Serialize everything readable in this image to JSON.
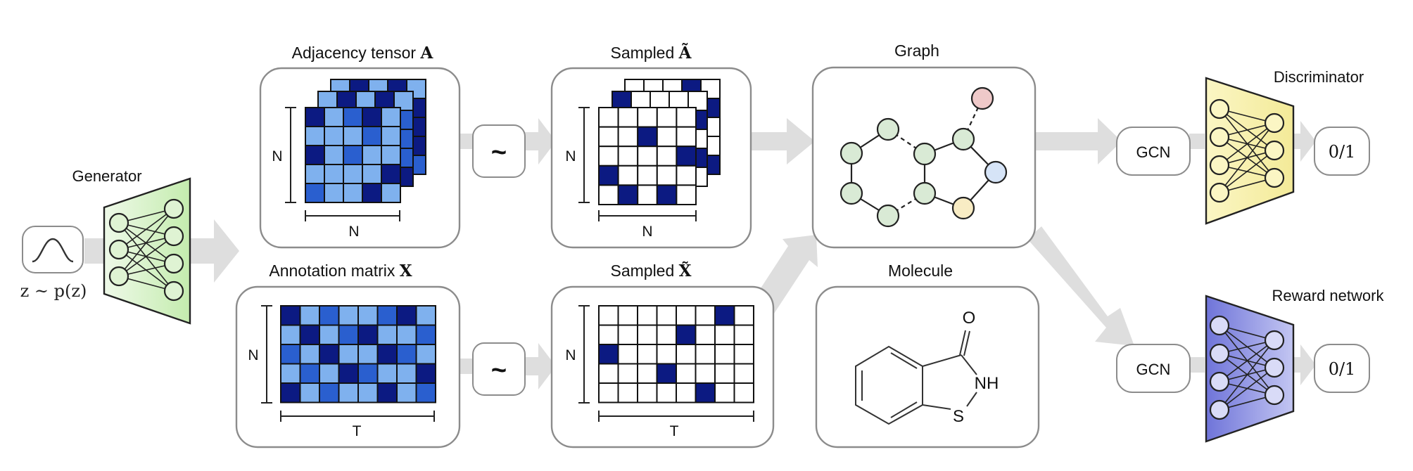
{
  "colors": {
    "arrow": "#dedede",
    "box_stroke": "#8c8c8c",
    "adj_dark": "#0c1a82",
    "adj_mid": "#2a5fcf",
    "adj_light": "#7fb1ee",
    "sample_dark": "#0c1a82",
    "node_green": "#d9ead5",
    "node_pink": "#efc9c9",
    "node_blue": "#d6e4f7",
    "node_yellow": "#f8ecc4",
    "generator_fill": "#c9efb7",
    "discriminator_fill": "#f6f0a8",
    "reward_fill": "#8f94e6"
  },
  "labels": {
    "generator": "Generator",
    "noise": "z ~ p(z)",
    "adjacency_title": "Adjacency tensor ",
    "adjacency_symbol": "A",
    "annotation_title": "Annotation matrix ",
    "annotation_symbol": "X",
    "sampled_a_title": "Sampled ",
    "sampled_a_symbol": "Ã",
    "sampled_x_title": "Sampled ",
    "sampled_x_symbol": "X̃",
    "graph": "Graph",
    "molecule": "Molecule",
    "discriminator": "Discriminator",
    "reward_network": "Reward network",
    "gcn_top": "GCN",
    "gcn_bottom": "GCN",
    "output_top": "0/1",
    "output_bottom": "0/1",
    "tilde_top": "~",
    "tilde_bottom": "~",
    "dim_n": "N",
    "dim_t": "T",
    "atom_o": "O",
    "atom_nh": "NH",
    "atom_s": "S"
  },
  "adjacency_front": [
    [
      2,
      0,
      1,
      2,
      0
    ],
    [
      0,
      0,
      0,
      1,
      0
    ],
    [
      2,
      0,
      1,
      0,
      0
    ],
    [
      0,
      0,
      0,
      0,
      2
    ],
    [
      1,
      0,
      0,
      2,
      0
    ]
  ],
  "adjacency_top_row": [
    0,
    2,
    0,
    2,
    0
  ],
  "annotation_matrix": [
    [
      2,
      0,
      1,
      0,
      0,
      1,
      2,
      0
    ],
    [
      0,
      2,
      0,
      1,
      2,
      0,
      0,
      1
    ],
    [
      1,
      0,
      2,
      0,
      0,
      2,
      1,
      0
    ],
    [
      0,
      1,
      0,
      2,
      1,
      0,
      0,
      2
    ],
    [
      2,
      0,
      1,
      0,
      0,
      2,
      0,
      1
    ]
  ],
  "sampled_adjacency_front": [
    [
      0,
      0,
      0,
      0,
      0
    ],
    [
      0,
      0,
      1,
      0,
      0
    ],
    [
      0,
      0,
      0,
      0,
      1
    ],
    [
      1,
      0,
      0,
      0,
      0
    ],
    [
      0,
      0,
      0,
      0,
      0
    ],
    [
      0,
      1,
      0,
      1,
      0
    ]
  ],
  "sampled_annotation": [
    [
      0,
      0,
      0,
      0,
      0,
      0,
      1,
      0
    ],
    [
      0,
      0,
      0,
      0,
      1,
      0,
      0,
      0
    ],
    [
      1,
      0,
      0,
      0,
      0,
      0,
      0,
      0
    ],
    [
      0,
      0,
      0,
      1,
      0,
      0,
      0,
      0
    ],
    [
      0,
      0,
      0,
      0,
      0,
      1,
      0,
      0
    ]
  ]
}
